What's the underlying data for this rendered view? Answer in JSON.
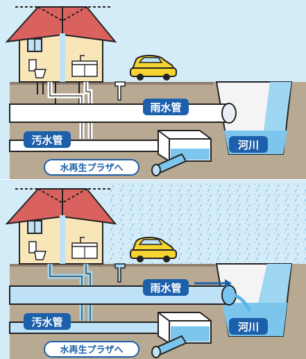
{
  "panels": [
    {
      "id": "dry-weather",
      "labels": {
        "rainwater_pipe": "雨水管",
        "sewage_pipe": "汚水管",
        "river": "河川",
        "to_plaza": "水再生プラザへ"
      }
    },
    {
      "id": "rainy-weather",
      "labels": {
        "rainwater_pipe": "雨水管",
        "sewage_pipe": "汚水管",
        "river": "河川",
        "to_plaza": "水再生プラザへ"
      }
    }
  ],
  "colors": {
    "sky": "#d4ecf8",
    "ground": "#c7b8a3",
    "road": "#a79686",
    "pipe_label_bg": "#1c5faa",
    "water": "#5db6e6",
    "roof": "#d9625f",
    "wall": "#f8e6b8",
    "car": "#f5d431"
  },
  "icons": [
    "house-icon",
    "toilet-icon",
    "kitchen-sink-icon",
    "car-icon",
    "rain-icon",
    "arrow-right-icon",
    "outlet-icon"
  ]
}
